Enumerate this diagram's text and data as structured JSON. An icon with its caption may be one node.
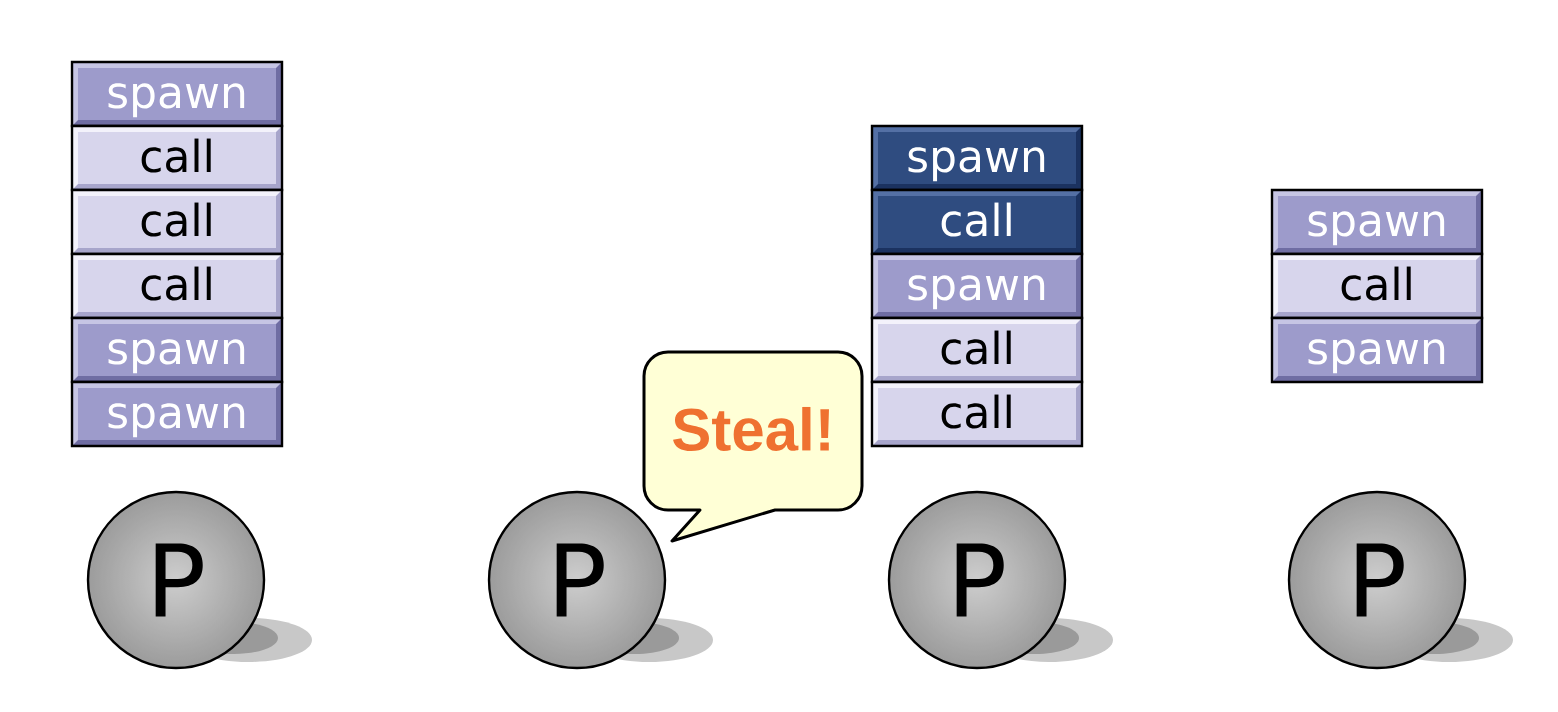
{
  "diagram": {
    "nodes": [
      {
        "text": [
          "spawn"
        ]
      },
      {
        "text": [
          "call"
        ]
      },
      {
        "text": [
          "call"
        ]
      },
      {
        "text": [
          "call"
        ]
      },
      {
        "text": [
          "spawn"
        ]
      },
      {
        "text": [
          "spawn"
        ]
      },
      {
        "text": [
          "P"
        ]
      },
      {
        "text": [
          "P"
        ]
      },
      {
        "text": [
          "Steal!"
        ]
      },
      {
        "text": [
          "spawn"
        ]
      },
      {
        "text": [
          "call"
        ]
      },
      {
        "text": [
          "spawn"
        ]
      },
      {
        "text": [
          "call"
        ]
      },
      {
        "text": [
          "call"
        ]
      },
      {
        "text": [
          "P"
        ]
      },
      {
        "text": [
          "spawn"
        ]
      },
      {
        "text": [
          "call"
        ]
      },
      {
        "text": [
          "spawn"
        ]
      },
      {
        "text": [
          "P"
        ]
      }
    ]
  }
}
